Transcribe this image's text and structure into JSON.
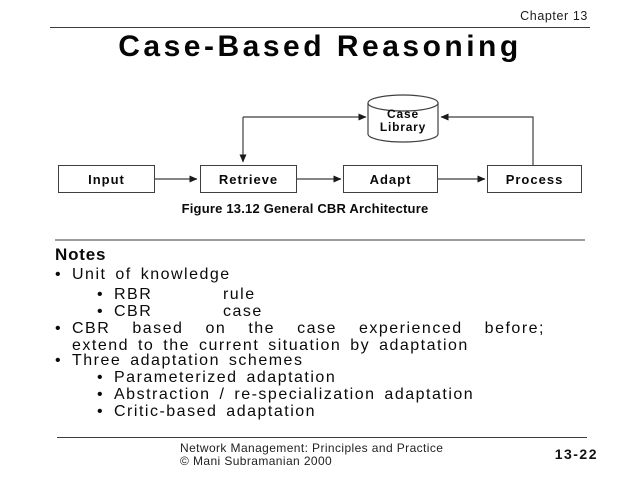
{
  "header": {
    "chapter_label": "Chapter 13"
  },
  "title": "Case-Based Reasoning",
  "diagram": {
    "library": {
      "line1": "Case",
      "line2": "Library"
    },
    "boxes": [
      {
        "label": "Input"
      },
      {
        "label": "Retrieve"
      },
      {
        "label": "Adapt"
      },
      {
        "label": "Process"
      }
    ],
    "caption": "Figure 13.12 General CBR Architecture"
  },
  "notes": {
    "heading": "Notes",
    "items": [
      {
        "level": 1,
        "text": "Unit of knowledge"
      },
      {
        "level": 2,
        "term": "RBR",
        "definition": "rule"
      },
      {
        "level": 2,
        "term": "CBR",
        "definition": "case"
      },
      {
        "level": 1,
        "text": "CBR based on the case experienced before;",
        "text_line2": "extend to the current situation by adaptation"
      },
      {
        "level": 1,
        "text": "Three adaptation schemes"
      },
      {
        "level": 2,
        "text": "Parameterized adaptation"
      },
      {
        "level": 2,
        "text": "Abstraction / re-specialization adaptation"
      },
      {
        "level": 2,
        "text": "Critic-based adaptation"
      }
    ]
  },
  "footer": {
    "book": "Network Management: Principles and Practice",
    "copyright": "© Mani Subramanian 2000",
    "page_number": "13-22"
  },
  "colors": {
    "background": "#ffffff",
    "text": "#0a0a0a",
    "line": "#3f3f3f",
    "divider_gray": "#9c9c9c"
  }
}
